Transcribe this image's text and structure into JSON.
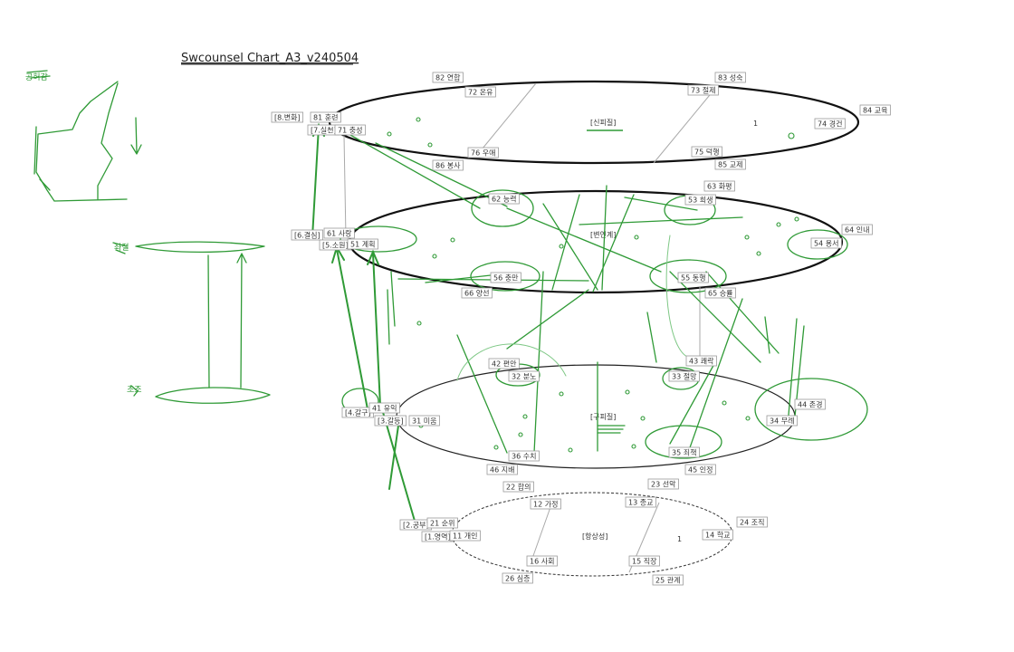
{
  "title": "Swcounsel Chart_A3_v240504",
  "colors": {
    "ink": "#000000",
    "scribble": "#2f9a36",
    "label_border": "#9a9a9a",
    "connector": "#aaaaaa"
  },
  "level_top": {
    "center": "[신피질]",
    "mark": "1",
    "labels": [
      "82 연합",
      "72 온유",
      "83 성숙",
      "73 절제",
      "84 교육",
      "74 경건",
      "76 우애",
      "75 덕행",
      "86 봉사",
      "85 교제",
      "[8.변화]",
      "81 훈련",
      "[7.실천]",
      "71 충성"
    ]
  },
  "level_2": {
    "center": "[변연계]",
    "labels": [
      "62 능력",
      "63 화평",
      "53 희생",
      "[6.결심]",
      "61 사랑",
      "[5.소원]",
      "51 계획",
      "64 인내",
      "54 용서",
      "56 충만",
      "55 동행",
      "66 양선",
      "65 승률"
    ]
  },
  "level_3": {
    "center": "[구피질]",
    "labels": [
      "42 편안",
      "32 분노",
      "43 쾌락",
      "33 절망",
      "44 존경",
      "34 무례",
      "[4.갈구]",
      "41 유익",
      "[3.갈등]",
      "31 미움",
      "36 수치",
      "35 죄책",
      "46 지배",
      "45 인정"
    ]
  },
  "level_bottom": {
    "center": "[항상성]",
    "mark": "1",
    "labels": [
      "22 합의",
      "23 선악",
      "12 가정",
      "13 종교",
      "[2.공부]",
      "21 순위",
      "[1.영역]",
      "11 개인",
      "24 조직",
      "14 학교",
      "16 사회",
      "15 직장",
      "26 심층",
      "25 관계"
    ]
  },
  "handwriting": {
    "top_left": "공허감",
    "mid_left": "좌절",
    "bottom_left": "초조"
  }
}
